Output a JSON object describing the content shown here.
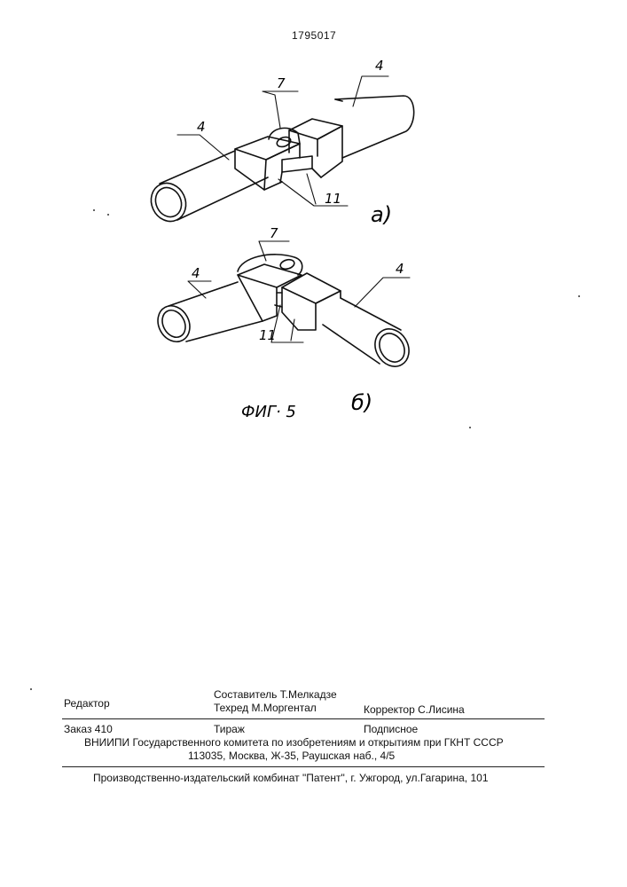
{
  "document": {
    "number": "1795017"
  },
  "figure": {
    "caption": "ФИГ· 5",
    "view_a": {
      "label": "а)",
      "callouts": [
        "4",
        "4",
        "7",
        "11"
      ]
    },
    "view_b": {
      "label": "б)",
      "callouts": [
        "4",
        "4",
        "7",
        "11"
      ]
    }
  },
  "imprint": {
    "editor_label": "Редактор",
    "compiler": "Составитель  Т.Мелкадзе",
    "techred": "Техред М.Моргентал",
    "corrector": "Корректор  С.Лисина",
    "order": "Заказ  410",
    "circulation": "Тираж",
    "subscription": "Подписное",
    "institute": "ВНИИПИ Государственного комитета по изобретениям и открытиям при ГКНТ СССР",
    "address": "113035, Москва, Ж-35, Раушская наб., 4/5",
    "printer": "Производственно-издательский комбинат \"Патент\", г. Ужгород, ул.Гагарина, 101"
  }
}
